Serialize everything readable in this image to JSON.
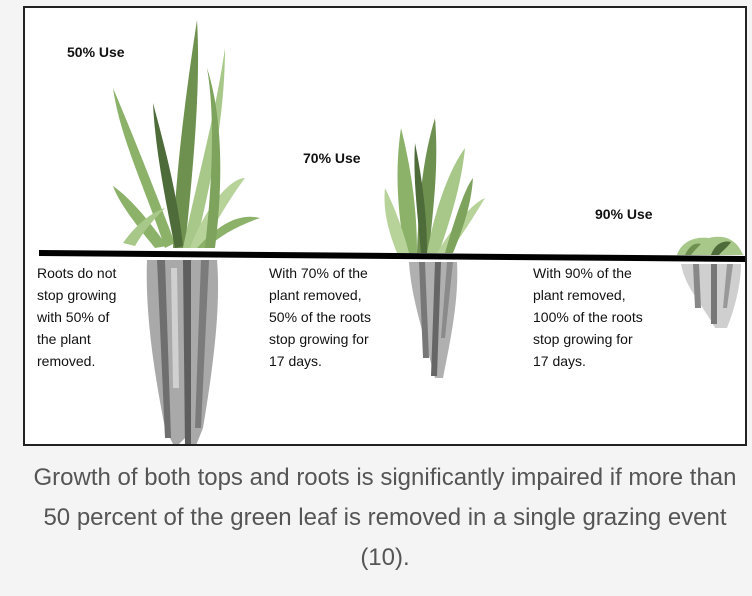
{
  "panels": [
    {
      "use_label": "50% Use",
      "caption": "Roots do not\nstop growing\nwith 50% of\nthe plant\nremoved."
    },
    {
      "use_label": "70% Use",
      "caption": "With 70% of the\nplant removed,\n50% of the roots\nstop growing for\n17 days."
    },
    {
      "use_label": "90% Use",
      "caption": "With 90% of the\nplant removed,\n100% of the roots\nstop growing for\n17 days."
    }
  ],
  "bottom_caption": "Growth of both tops and roots is significantly impaired if more than 50 percent of the green leaf is removed in a single grazing event (10).",
  "colors": {
    "leaf_light": "#b7d39a",
    "leaf_mid": "#8cb26a",
    "leaf_dark": "#4e6b3a",
    "root_light": "#c9c9c9",
    "root_dark": "#6f6f6f",
    "ground": "#000000"
  }
}
